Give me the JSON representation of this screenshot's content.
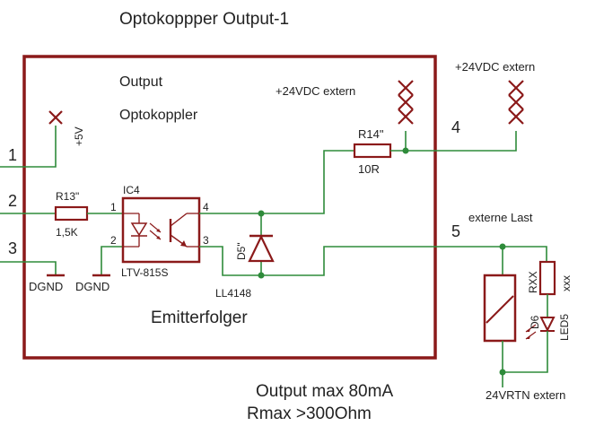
{
  "title": "Optokoppper  Output-1",
  "block": {
    "label_output": "Output",
    "label_optokoppler": "Optokoppler",
    "label_emitterfolger": "Emitterfolger"
  },
  "pins": {
    "p1": "1",
    "p2": "2",
    "p3": "3",
    "p4": "4",
    "p5": "5"
  },
  "supply": {
    "plus5v": "+5V",
    "plus24v_inner": "+24VDC extern",
    "plus24v_outer": "+24VDC extern",
    "rtn": "24VRTN extern",
    "dgnd_1": "DGND",
    "dgnd_2": "DGND"
  },
  "components": {
    "r13_name": "R13\"",
    "r13_value": "1,5K",
    "ic4_name": "IC4",
    "ic4_part": "LTV-815S",
    "ic_pin1": "1",
    "ic_pin2": "2",
    "ic_pin3": "3",
    "ic_pin4": "4",
    "r14_name": "R14\"",
    "r14_value": "10R",
    "d5_name": "D5\"",
    "d5_part": "LL4148",
    "rxx_name": "RXX",
    "rxx_value": "xxx",
    "d6_name": "D6",
    "d6_part": "LED5",
    "load_label": "externe Last"
  },
  "notes": {
    "line1": "Output max 80mA",
    "line2": "Rmax >300Ohm"
  },
  "colors": {
    "wire": "#2e8b3a",
    "component": "#8b1a1a",
    "text": "#222222",
    "background": "#ffffff"
  }
}
